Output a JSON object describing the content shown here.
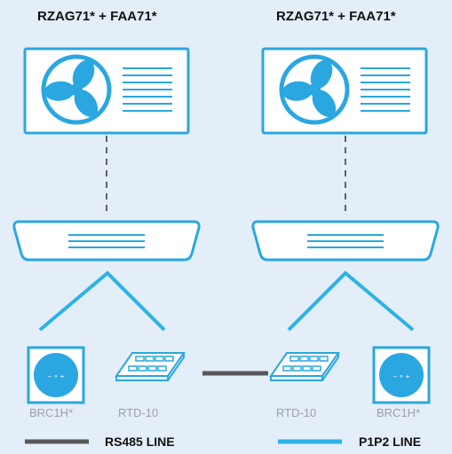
{
  "systems": [
    {
      "title": "RZAG71* + FAA71*",
      "left_device": "BRC1H*",
      "right_device": "RTD-10"
    },
    {
      "title": "RZAG71* + FAA71*",
      "left_device": "RTD-10",
      "right_device": "BRC1H*"
    }
  ],
  "legend": {
    "rs485": "RS485 LINE",
    "p1p2": "P1P2 LINE"
  },
  "remote_glyph": "– ∘ +",
  "colors": {
    "p1p2_line": "#2bb3e6",
    "rs485_line": "#58585a",
    "fan_blue": "#2aa7e0",
    "background": "#e4eef8"
  }
}
